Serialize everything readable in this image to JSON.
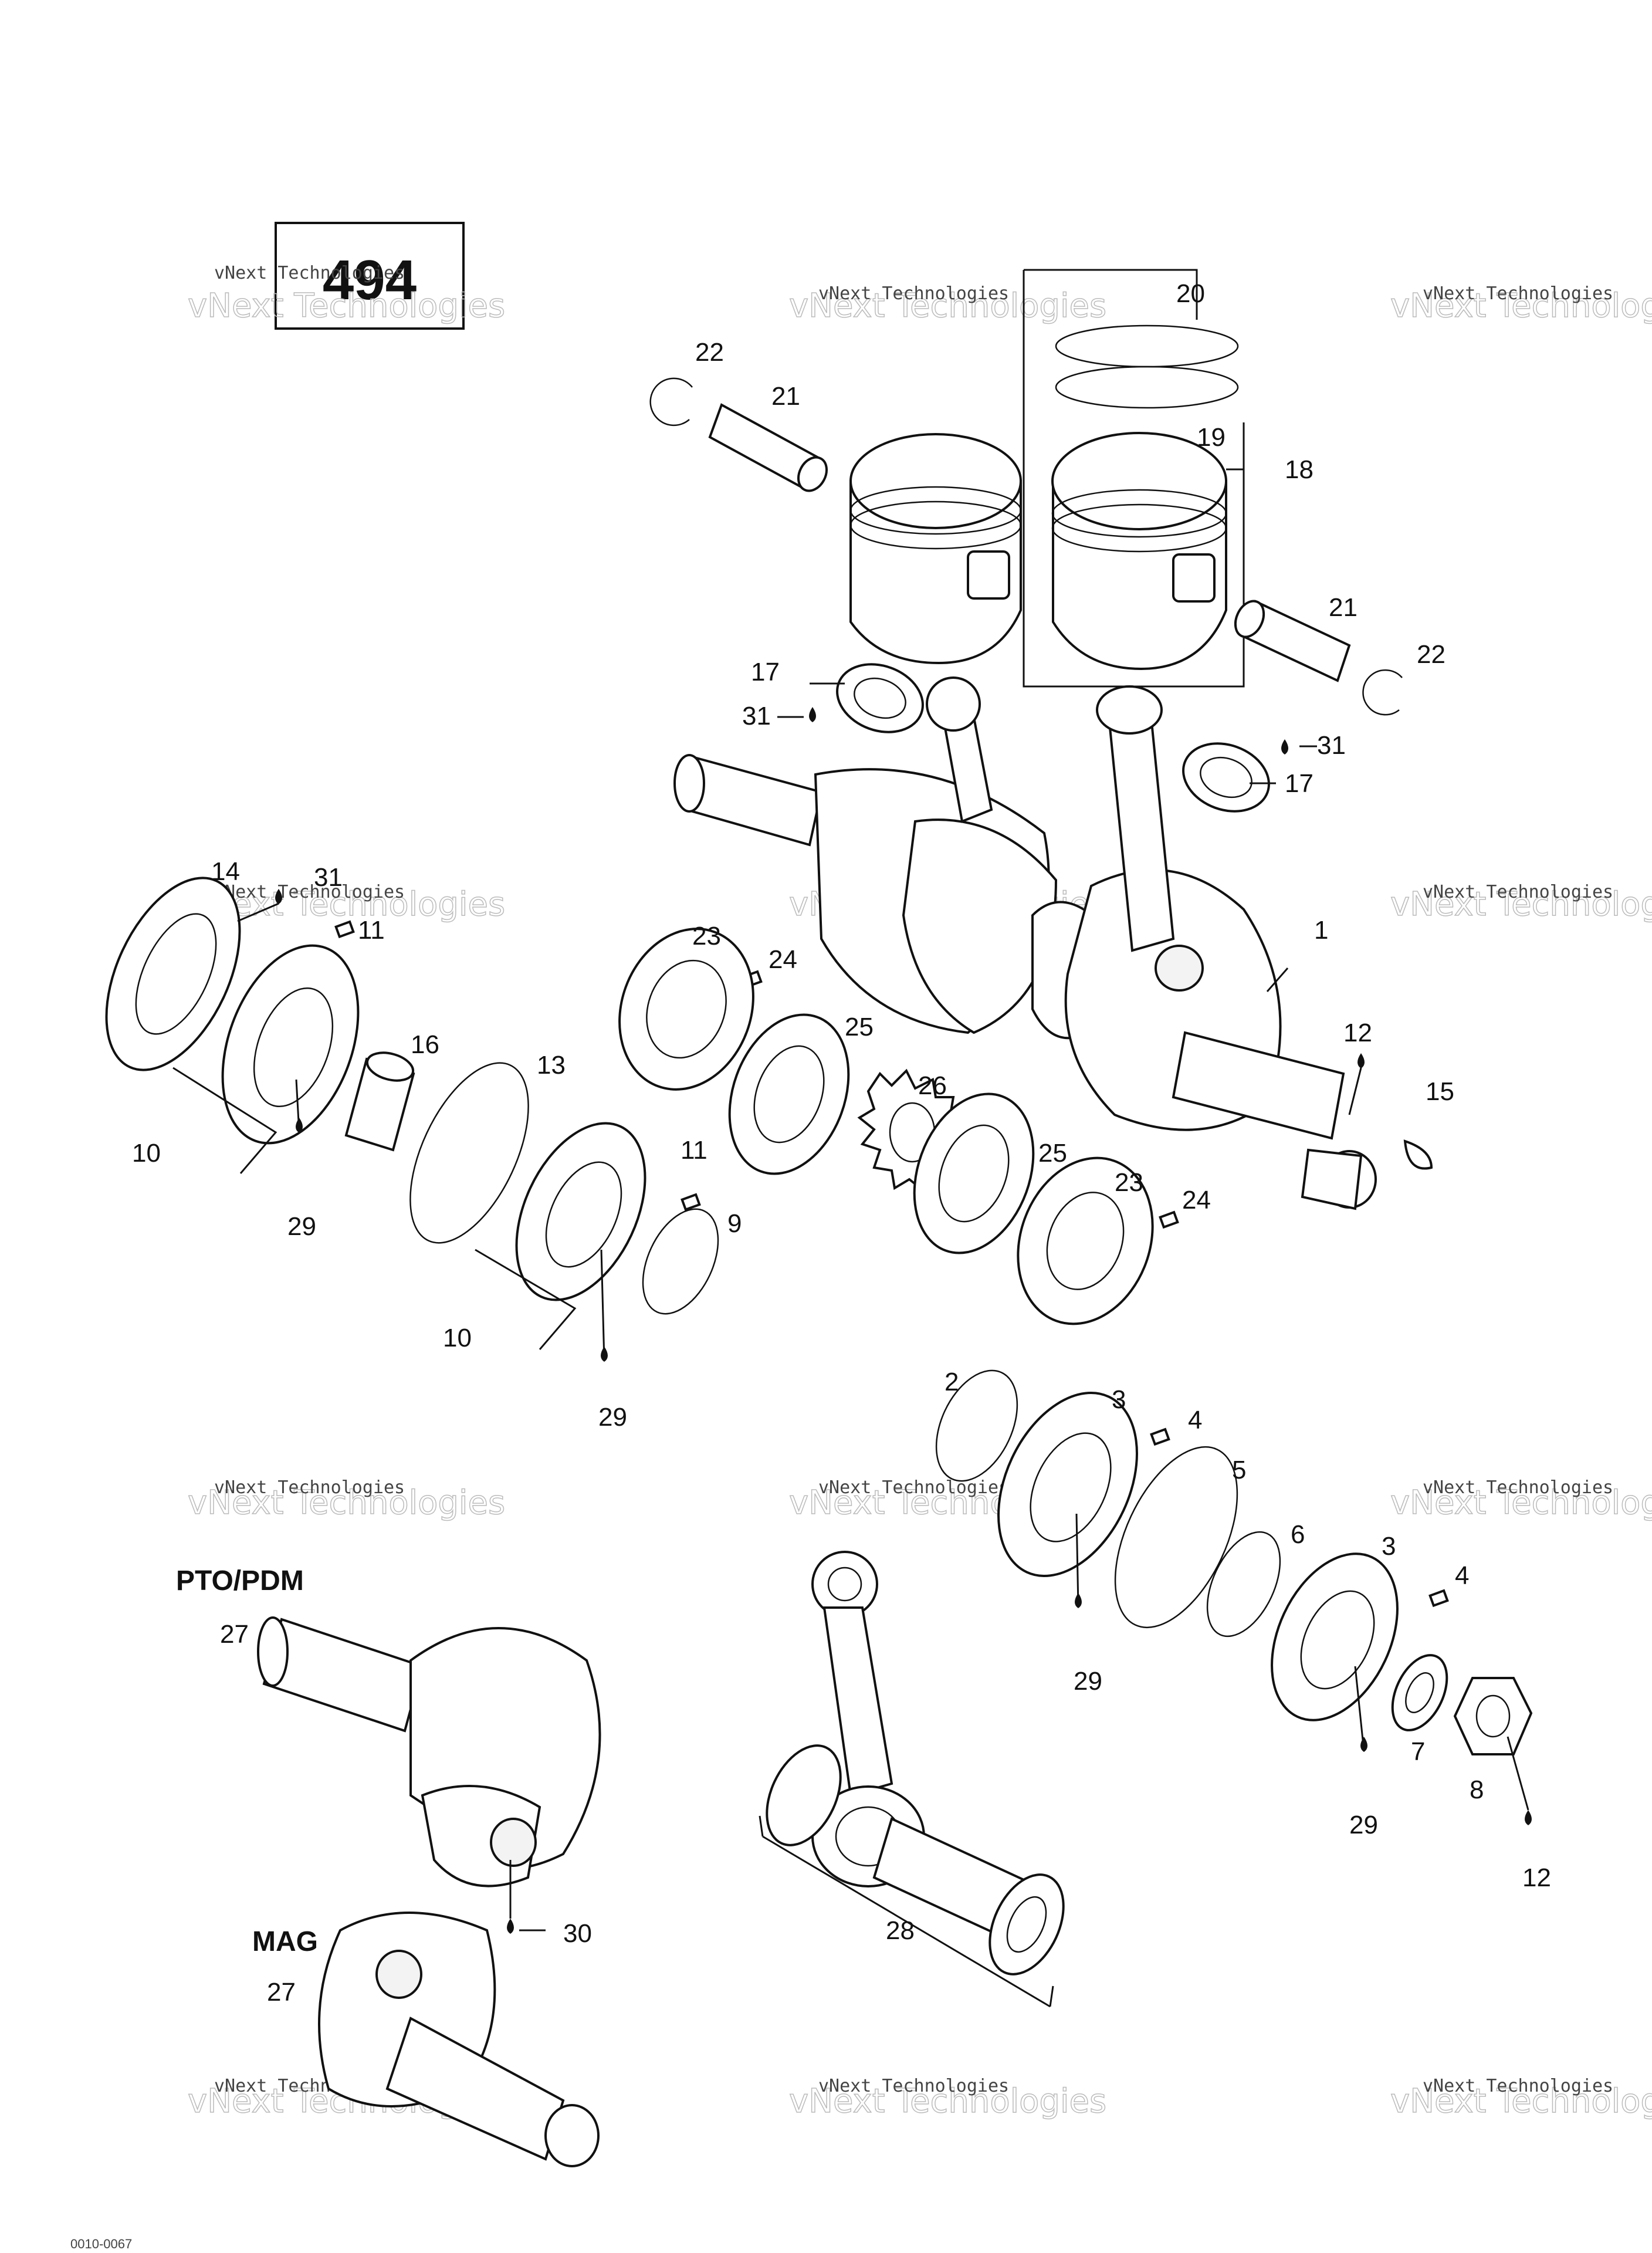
{
  "diagram_ref": "494",
  "watermark": {
    "line1": "vNext Technologies",
    "line2": "vNext Technologies"
  },
  "sections": {
    "pto": "PTO/PDM",
    "mag": "MAG"
  },
  "callouts": {
    "c1": "1",
    "c2": "2",
    "c3a": "3",
    "c3b": "3",
    "c4a": "4",
    "c4b": "4",
    "c5": "5",
    "c6": "6",
    "c7": "7",
    "c8": "8",
    "c9": "9",
    "c10a": "10",
    "c10b": "10",
    "c11a": "11",
    "c11b": "11",
    "c12a": "12",
    "c12b": "12",
    "c13": "13",
    "c14": "14",
    "c15": "15",
    "c16": "16",
    "c17a": "17",
    "c17b": "17",
    "c18": "18",
    "c19": "19",
    "c20": "20",
    "c21a": "21",
    "c21b": "21",
    "c22a": "22",
    "c22b": "22",
    "c23a": "23",
    "c23b": "23",
    "c24a": "24",
    "c24b": "24",
    "c25a": "25",
    "c25b": "25",
    "c26": "26",
    "c27a": "27",
    "c27b": "27",
    "c28": "28",
    "c29a": "29",
    "c29b": "29",
    "c29c": "29",
    "c29d": "29",
    "c30": "30",
    "c31a": "31",
    "c31b": "31",
    "c31c": "31"
  },
  "footer_code": "0010-0067"
}
